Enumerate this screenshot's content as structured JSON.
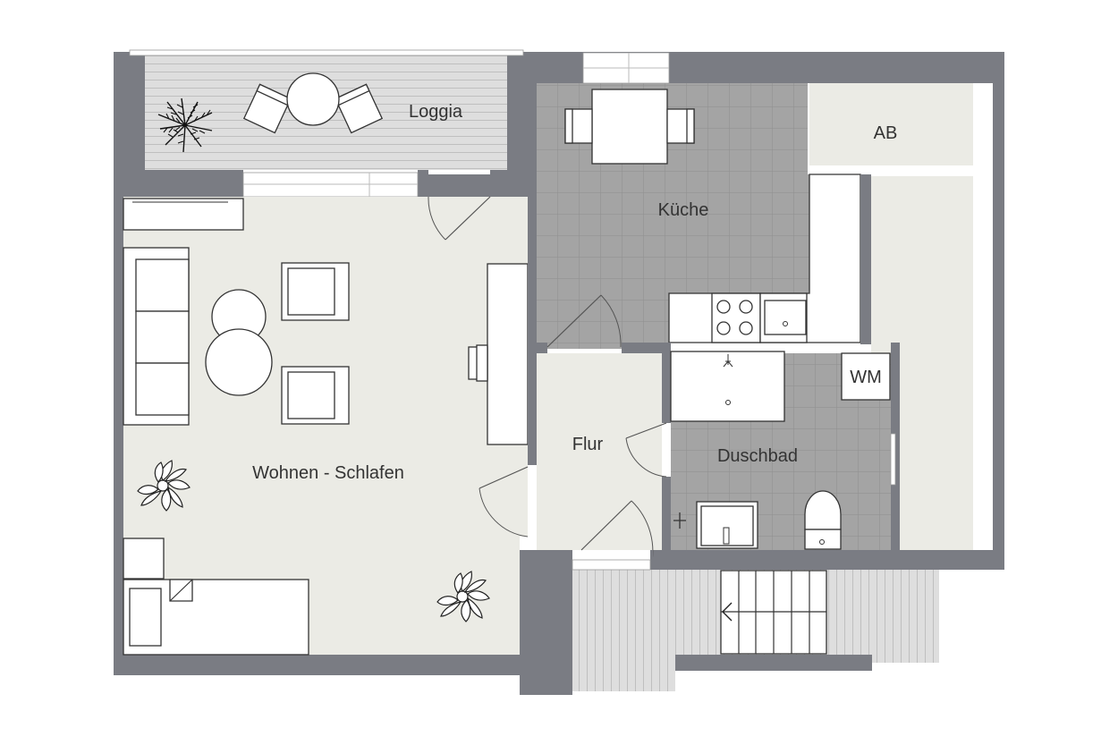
{
  "colors": {
    "wall": "#7a7c83",
    "floor": "#ebebe5",
    "tile": "#a4a4a4",
    "tile_grid": "#8c8c8c",
    "deck": "#dedede",
    "deck_line": "#bfbfbf",
    "furniture": "#ffffff",
    "outline": "#333333"
  },
  "rooms": {
    "loggia": "Loggia",
    "kueche": "Küche",
    "ab": "AB",
    "wohnen": "Wohnen - Schlafen",
    "flur": "Flur",
    "duschbad": "Duschbad",
    "wm": "WM"
  },
  "icons": [
    "plant-icon",
    "stove-icon",
    "sink-icon",
    "toilet-icon",
    "stairs-arrow-icon"
  ]
}
